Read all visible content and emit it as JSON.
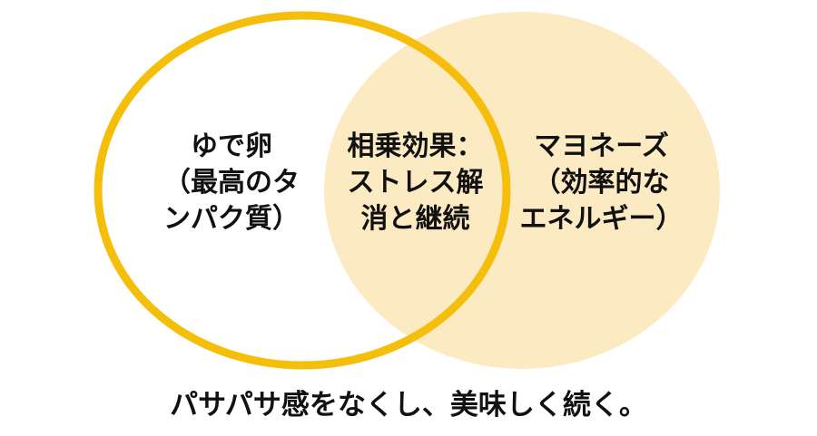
{
  "diagram": {
    "type": "venn",
    "colors": {
      "ring_stroke": "#F5BE0B",
      "right_fill": "#FCEBC2",
      "text": "#111111",
      "background": "#FFFFFF"
    },
    "left": {
      "lines": [
        "ゆで卵",
        "（最高のタ",
        "ンパク質）"
      ]
    },
    "intersection": {
      "lines": [
        "相乗効果：",
        "ストレス解",
        "消と継続"
      ]
    },
    "right": {
      "lines": [
        "マヨネーズ",
        "（効率的な",
        "エネルギー）"
      ]
    },
    "caption": "パサパサ感をなくし、美味しく続く。"
  }
}
